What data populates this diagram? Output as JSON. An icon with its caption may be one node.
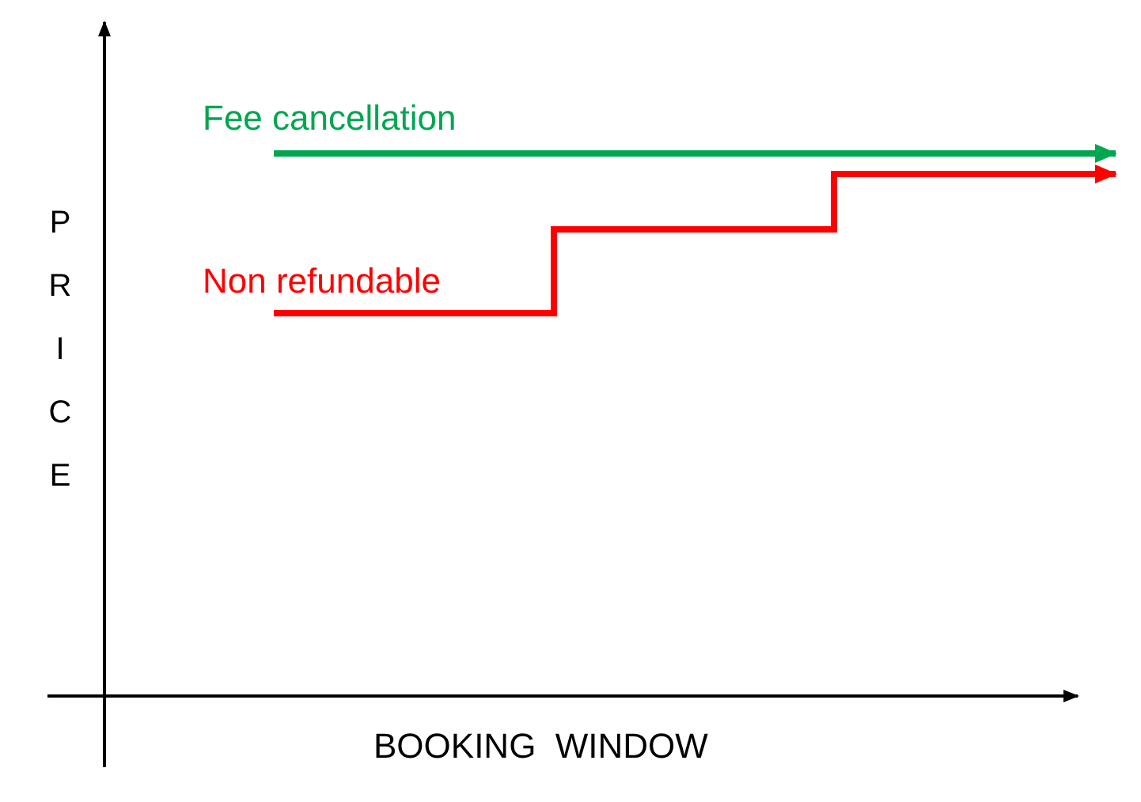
{
  "diagram": {
    "labels": [
      "Fee cancellation",
      "PRICE",
      "Non refundable",
      "BOOKING  WINDOW"
    ]
  }
}
